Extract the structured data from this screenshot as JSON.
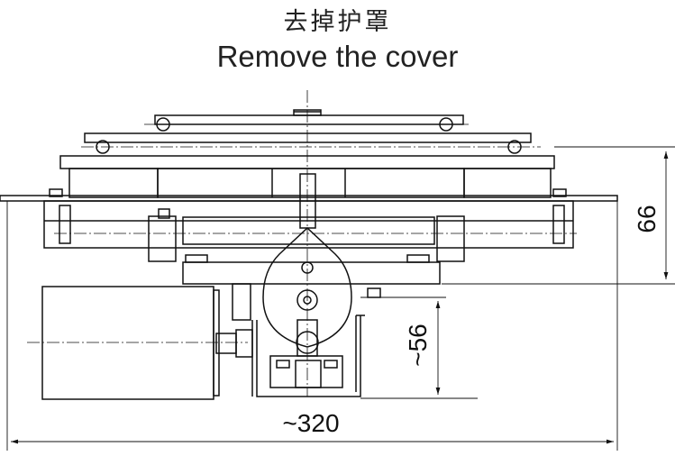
{
  "title_cn": "去掉护罩",
  "title_en": "Remove the cover",
  "dimensions": {
    "height_top": "66",
    "height_bottom": "~56",
    "width_total": "~320"
  }
}
